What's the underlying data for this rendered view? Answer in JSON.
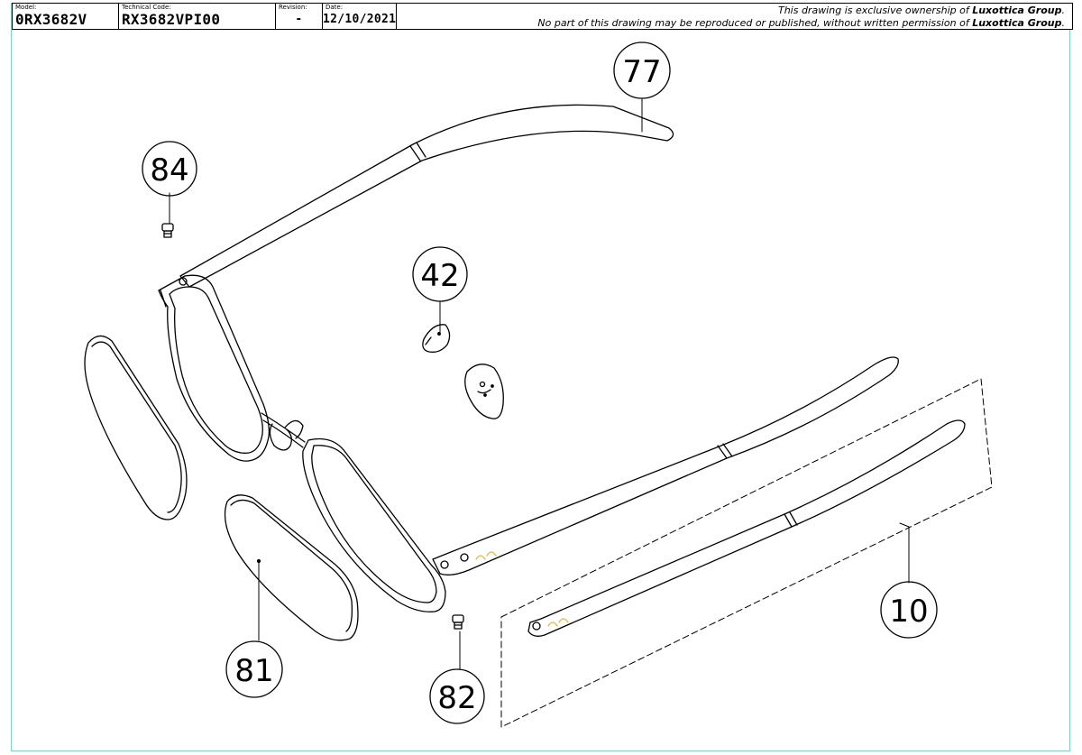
{
  "header": {
    "model_label": "Model:",
    "model_value": "0RX3682V",
    "technical_label": "Technical Code:",
    "technical_value": "RX3682VPI00",
    "revision_label": "Revision:",
    "revision_value": "-",
    "date_label": "Date:",
    "date_value": "12/10/2021",
    "notice_line1_pre": "This drawing is exclusive ownership of ",
    "notice_line1_brand": "Luxottica Group",
    "notice_line1_post": ".",
    "notice_line2_pre": "No part of this drawing may be reproduced or published, without written permission of ",
    "notice_line2_brand": "Luxottica Group",
    "notice_line2_post": "."
  },
  "callouts": [
    {
      "number": "77"
    },
    {
      "number": "84"
    },
    {
      "number": "42"
    },
    {
      "number": "81"
    },
    {
      "number": "82"
    },
    {
      "number": "10"
    }
  ],
  "colors": {
    "frame_border": "#7fd3c9",
    "logo_accent": "#e0b84a",
    "line": "#000000"
  }
}
